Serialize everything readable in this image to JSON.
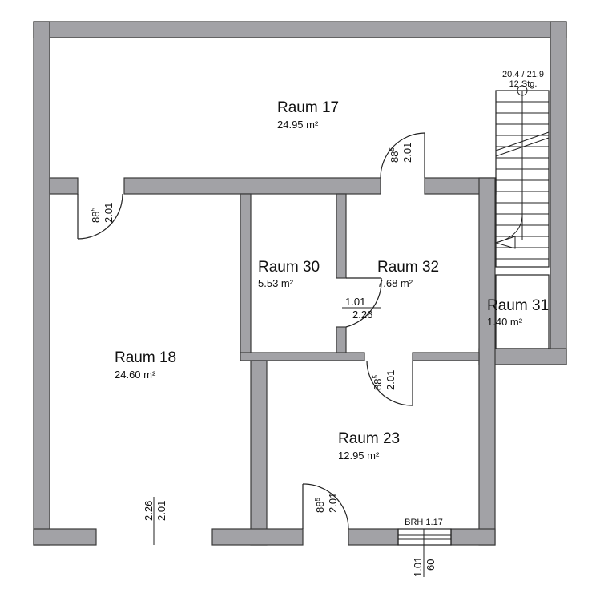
{
  "rooms": [
    {
      "name": "Raum 17",
      "area": "24.95 m²"
    },
    {
      "name": "Raum 18",
      "area": "24.60 m²"
    },
    {
      "name": "Raum 30",
      "area": "5.53 m²"
    },
    {
      "name": "Raum 32",
      "area": "7.68 m²"
    },
    {
      "name": "Raum 31",
      "area": "1.40 m²"
    },
    {
      "name": "Raum 23",
      "area": "12.95 m²"
    }
  ],
  "doors": [
    {
      "width": "88",
      "sup": "5",
      "height": "2.01"
    },
    {
      "width": "88",
      "sup": "5",
      "height": "2.01"
    },
    {
      "width": "1.01",
      "height": "2.26"
    },
    {
      "width": "88",
      "sup": "5",
      "height": "2.01"
    },
    {
      "width": "88",
      "sup": "5",
      "height": "2.01"
    },
    {
      "width": "2.26",
      "height": "2.01"
    }
  ],
  "stairs": {
    "levels": "20.4 / 21.9",
    "steps": "12 Stg."
  },
  "window": {
    "label": "BRH 1.17",
    "width": "1.01",
    "height": "60"
  }
}
